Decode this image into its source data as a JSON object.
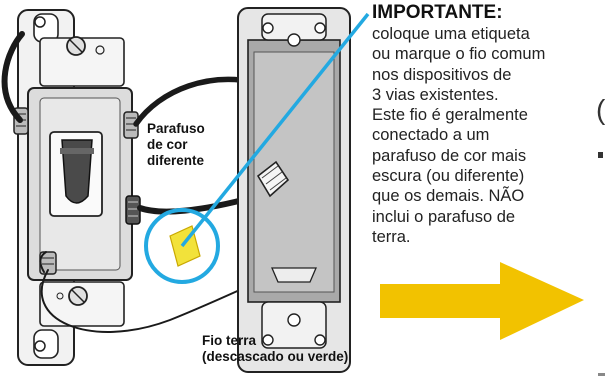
{
  "note": {
    "title": "IMPORTANTE:",
    "lines": [
      "coloque uma etiqueta",
      "ou marque o fio comum",
      "nos dispositivos de",
      "3 vias existentes.",
      "Este fio é geralmente",
      "conectado a um",
      "parafuso de cor mais",
      "escura (ou diferente)",
      "que os demais. NÃO",
      "inclui o parafuso de",
      "terra."
    ]
  },
  "labels": {
    "screw": [
      "Parafuso",
      "de cor",
      "diferente"
    ],
    "ground": [
      "Fio terra",
      "(descascado ou verde)"
    ]
  },
  "edge_text": "(",
  "colors": {
    "pointer_line": "#23a9e1",
    "highlight_circle": "#23a9e1",
    "tag": "#f2e23a",
    "arrow": "#f2c200",
    "wire": "#1a1a1a",
    "switch_body": "#dcdcdc",
    "box": "#a9a9a9"
  },
  "icons": {
    "arrow": "right-arrow-icon"
  }
}
